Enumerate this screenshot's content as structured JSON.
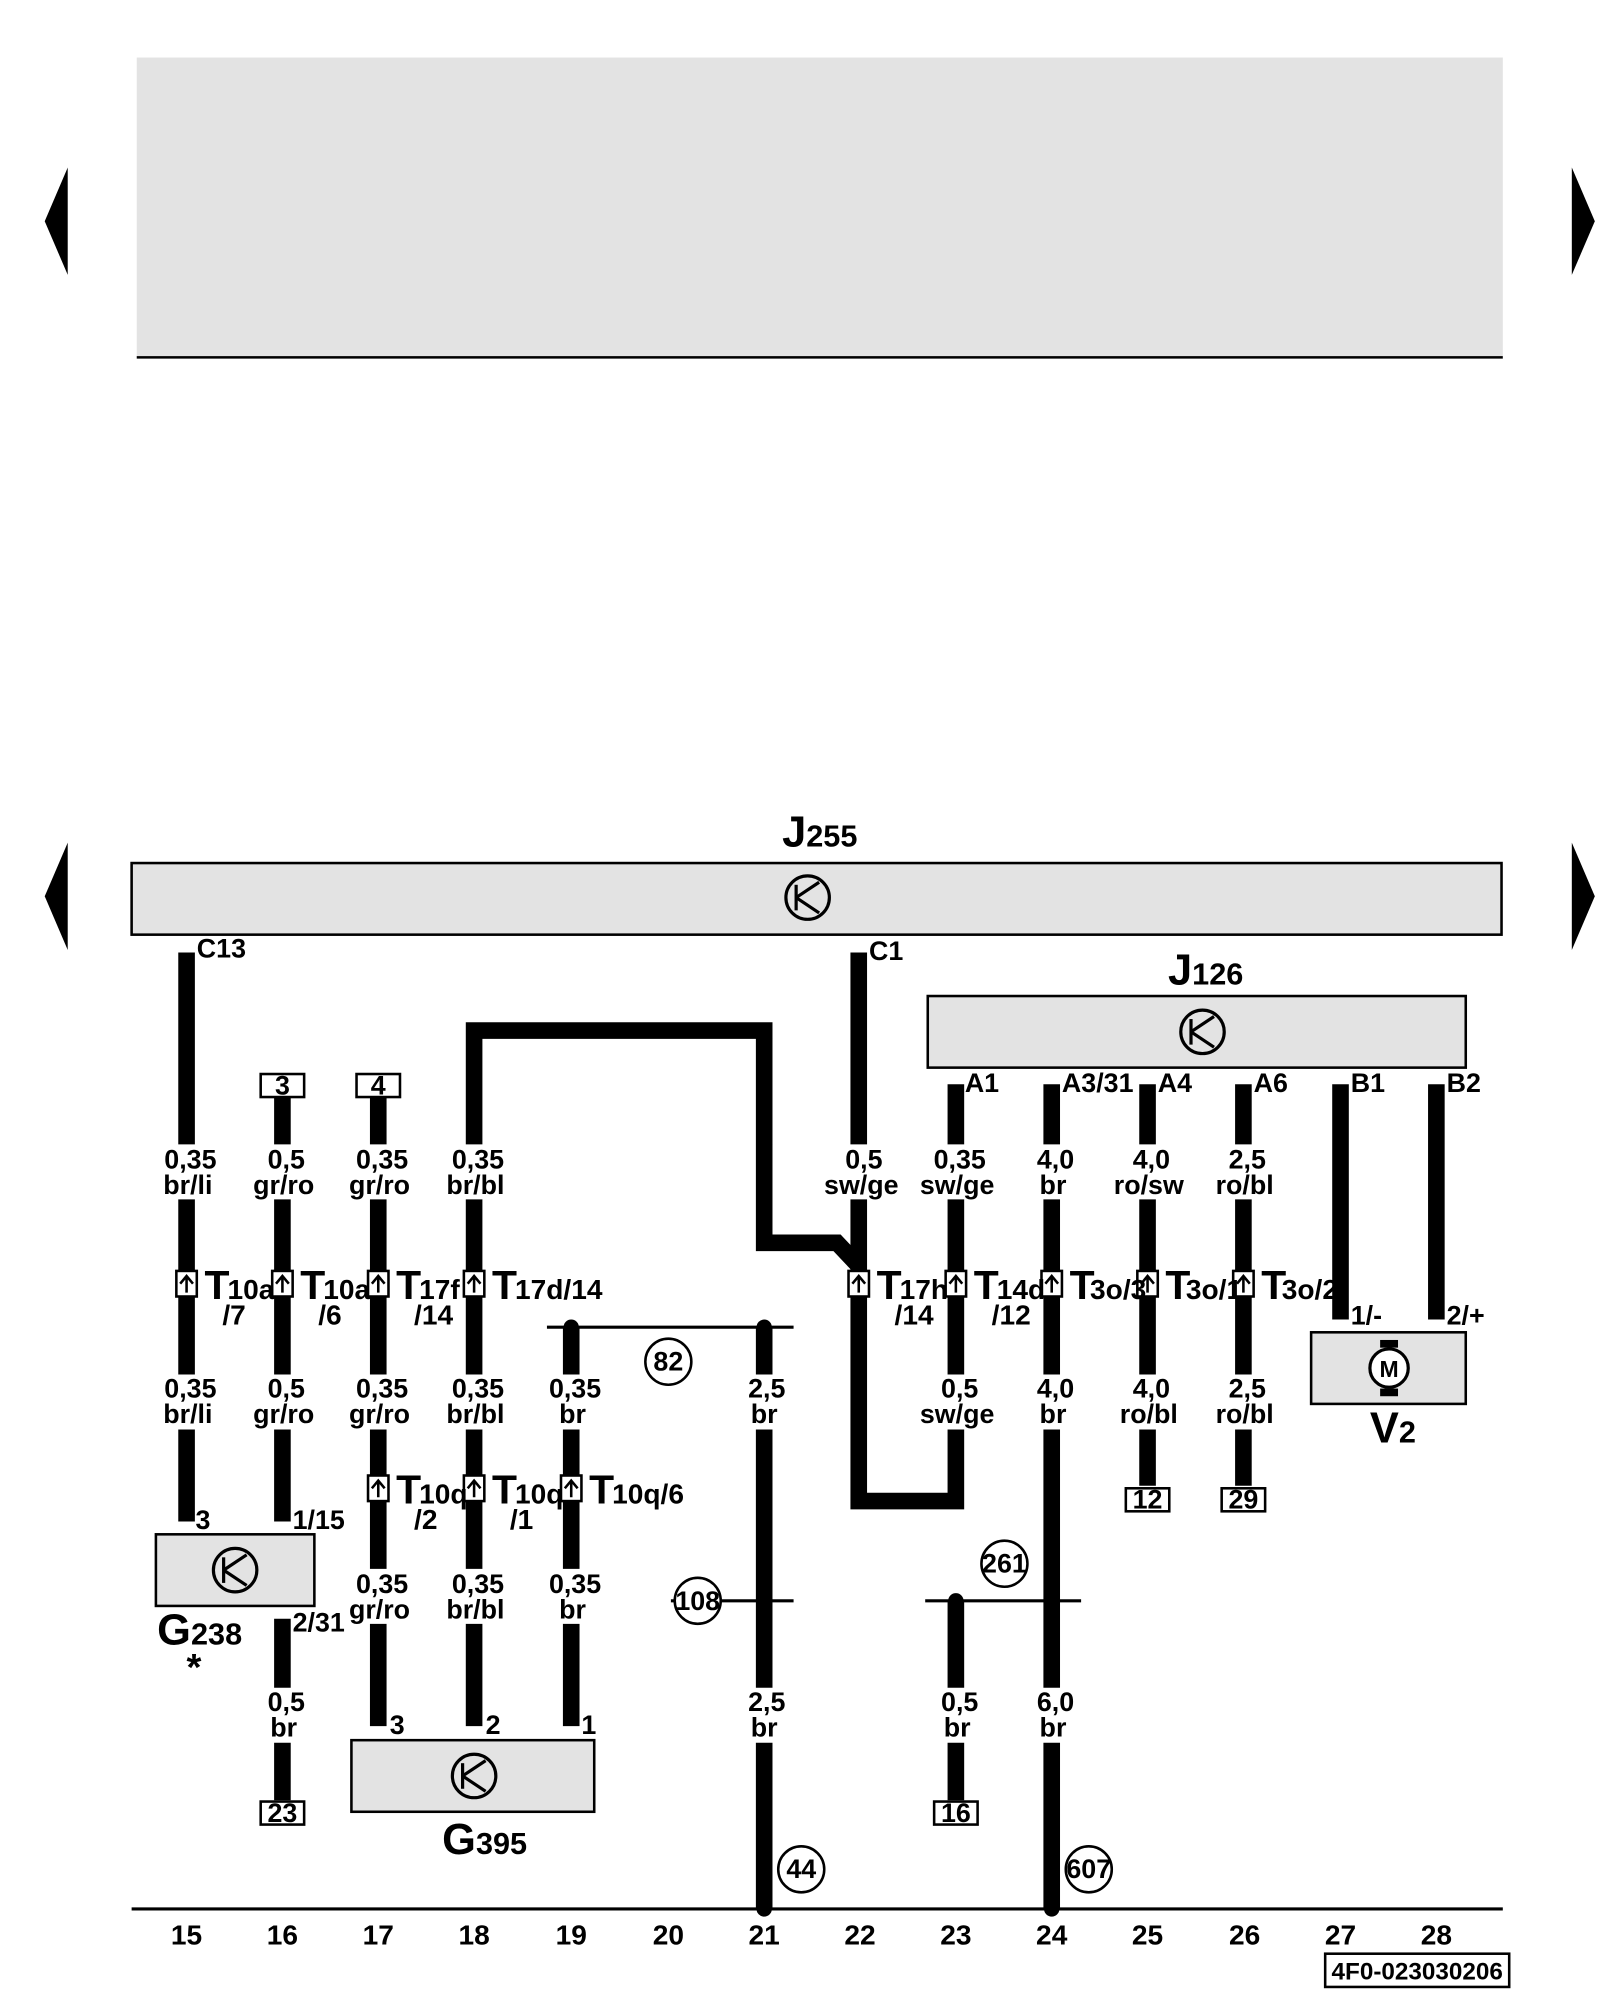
{
  "components": {
    "J255": {
      "main": "J",
      "sub": "255"
    },
    "J126": {
      "main": "J",
      "sub": "126"
    },
    "G238": {
      "main": "G",
      "sub": "238",
      "note": "*"
    },
    "G395": {
      "main": "G",
      "sub": "395"
    },
    "V2": {
      "main": "V",
      "sub": "2"
    }
  },
  "component_glyphs": {
    "motor": "M"
  },
  "pins": {
    "c13": "C13",
    "c1": "C1",
    "a1": "A1",
    "a3_31": "A3/31",
    "a4": "A4",
    "a6": "A6",
    "b1": "B1",
    "b2": "B2",
    "g238_3": "3",
    "g238_1_15": "1/15",
    "g238_2_31": "2/31",
    "g395_3": "3",
    "g395_2": "2",
    "g395_1": "1",
    "v2_1": "1/-",
    "v2_2": "2/+"
  },
  "wires": {
    "w15a": [
      "0,35",
      "br/li"
    ],
    "w15b": [
      "0,35",
      "br/li"
    ],
    "w16a": [
      "0,5",
      "gr/ro"
    ],
    "w16b": [
      "0,5",
      "gr/ro"
    ],
    "w16c": [
      "0,5",
      "br"
    ],
    "w17a": [
      "0,35",
      "gr/ro"
    ],
    "w17b": [
      "0,35",
      "gr/ro"
    ],
    "w17c": [
      "0,35",
      "gr/ro"
    ],
    "w18a": [
      "0,35",
      "br/bl"
    ],
    "w18b": [
      "0,35",
      "br/bl"
    ],
    "w18c": [
      "0,35",
      "br/bl"
    ],
    "w19a": [
      "0,35",
      "br"
    ],
    "w19b": [
      "0,35",
      "br"
    ],
    "w21a": [
      "2,5",
      "br"
    ],
    "w21b": [
      "2,5",
      "br"
    ],
    "w22a": [
      "0,5",
      "sw/ge"
    ],
    "w23a": [
      "0,35",
      "sw/ge"
    ],
    "w23b": [
      "0,5",
      "sw/ge"
    ],
    "w23c": [
      "0,5",
      "br"
    ],
    "w24a": [
      "4,0",
      "br"
    ],
    "w24b": [
      "4,0",
      "br"
    ],
    "w24c": [
      "6,0",
      "br"
    ],
    "w25a": [
      "4,0",
      "ro/sw"
    ],
    "w25b": [
      "4,0",
      "ro/bl"
    ],
    "w26a": [
      "2,5",
      "ro/bl"
    ],
    "w26b": [
      "2,5",
      "ro/bl"
    ]
  },
  "connectors": {
    "t15": [
      "T",
      "10a",
      "/7"
    ],
    "t16": [
      "T",
      "10a",
      "/6"
    ],
    "t17": [
      "T",
      "17f",
      "/14"
    ],
    "t18": [
      "T",
      "17d/14",
      ""
    ],
    "t22": [
      "T",
      "17h",
      "/14"
    ],
    "t23": [
      "T",
      "14d",
      "/12"
    ],
    "t24": [
      "T",
      "3o/3",
      ""
    ],
    "t25": [
      "T",
      "3o/1",
      ""
    ],
    "t26": [
      "T",
      "3o/2",
      ""
    ],
    "t17q": [
      "T",
      "10q",
      "/2"
    ],
    "t18q": [
      "T",
      "10q",
      "/1"
    ],
    "t19q": [
      "T",
      "10q/6",
      ""
    ]
  },
  "ref_boxes": {
    "r3": "3",
    "r4": "4",
    "r12": "12",
    "r29": "29",
    "r23": "23",
    "r16": "16"
  },
  "ref_circles": {
    "c82": "82",
    "c108": "108",
    "c261": "261",
    "c44": "44",
    "c607": "607"
  },
  "columns": [
    "15",
    "16",
    "17",
    "18",
    "19",
    "20",
    "21",
    "22",
    "23",
    "24",
    "25",
    "26",
    "27",
    "28"
  ],
  "nav_icons": [
    "arrow-left-icon",
    "arrow-right-icon"
  ],
  "doc_code": "4F0-023030206"
}
